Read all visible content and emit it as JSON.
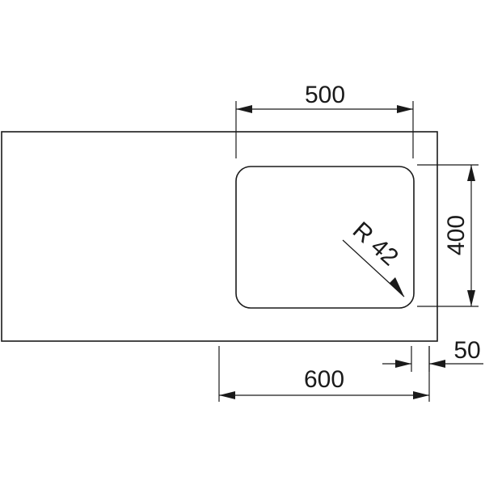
{
  "drawing": {
    "dimensions": {
      "basin_width": "500",
      "basin_depth": "400",
      "corner_radius": "R 42",
      "cabinet_width": "600",
      "edge_offset": "50"
    }
  }
}
